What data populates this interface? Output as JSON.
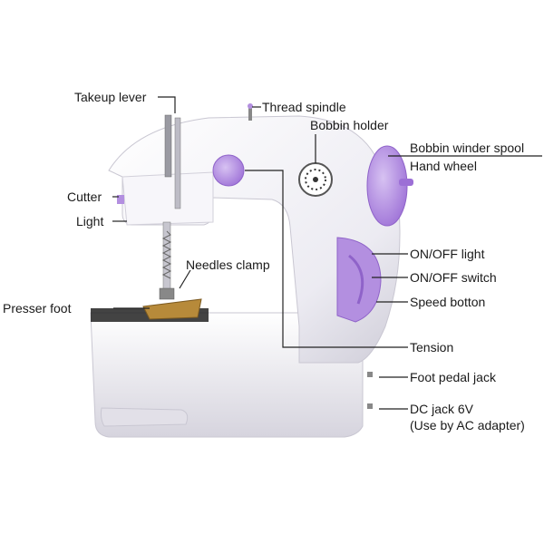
{
  "labels": {
    "takeup_lever": "Takeup lever",
    "thread_spindle": "Thread spindle",
    "bobbin_holder": "Bobbin holder",
    "bobbin_winder_spool": "Bobbin winder spool",
    "hand_wheel": "Hand wheel",
    "cutter": "Cutter",
    "light": "Light",
    "needles_clamp": "Needles clamp",
    "presser_foot": "Presser foot",
    "on_off_light": "ON/OFF light",
    "on_off_switch": "ON/OFF switch",
    "speed_button": "Speed botton",
    "tension": "Tension",
    "foot_pedal_jack": "Foot pedal jack",
    "dc_jack": "DC jack 6V",
    "dc_jack_note": "(Use by AC adapter)"
  },
  "colors": {
    "body": "#f4f3f7",
    "body_shadow": "#d9d8e0",
    "accent": "#b38fe0",
    "accent_dark": "#8f63c9",
    "leader": "#222222",
    "brass": "#b78a3a"
  }
}
